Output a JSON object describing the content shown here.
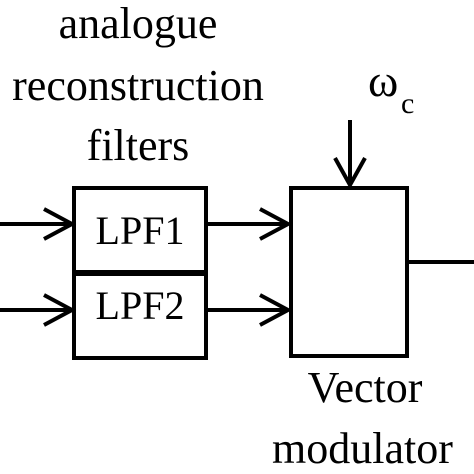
{
  "caption": {
    "line1": "analogue",
    "line2": "reconstruction",
    "line3": "filters"
  },
  "carrier": {
    "symbol": "ω",
    "subscript": "c"
  },
  "filters": [
    {
      "label": "LPF1"
    },
    {
      "label": "LPF2"
    }
  ],
  "modulator": {
    "line1": "Vector",
    "line2": "modulator"
  }
}
